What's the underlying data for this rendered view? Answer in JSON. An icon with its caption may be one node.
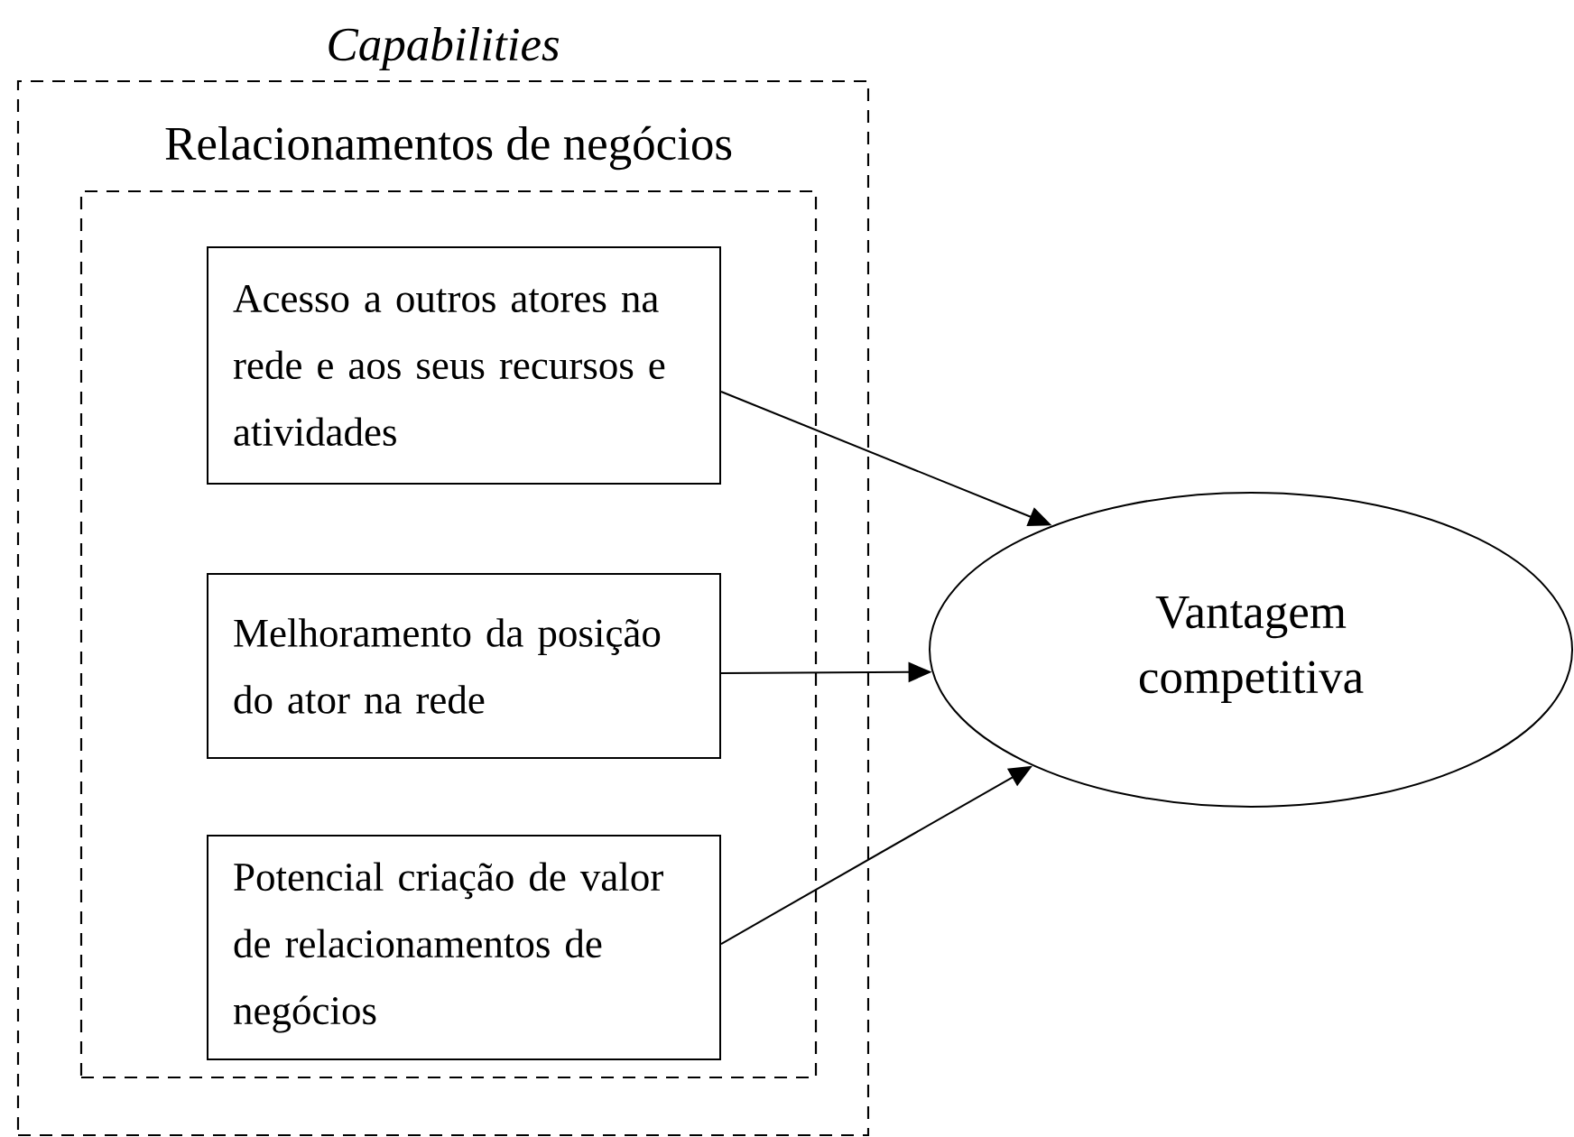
{
  "diagram": {
    "nodes": [
      {
        "text": [
          "Capabilities"
        ]
      },
      {
        "text": [
          "Relacionamentos de negócios"
        ],
        "in": 0
      },
      {
        "text": [
          "Acesso a outros atores na rede e aos seus recursos e atividades"
        ],
        "in": 1
      },
      {
        "text": [
          "Melhoramento da posição do ator na rede"
        ],
        "in": 1
      },
      {
        "text": [
          "Potencial criação de valor de relacionamentos de negócios"
        ],
        "in": 1
      },
      {
        "text": [
          "Vantagem competitiva"
        ]
      }
    ],
    "edges": [
      {
        "from": 2,
        "to": 5,
        "arrow": "to"
      },
      {
        "from": 3,
        "to": 5,
        "arrow": "to"
      },
      {
        "from": 4,
        "to": 5,
        "arrow": "to"
      }
    ]
  }
}
